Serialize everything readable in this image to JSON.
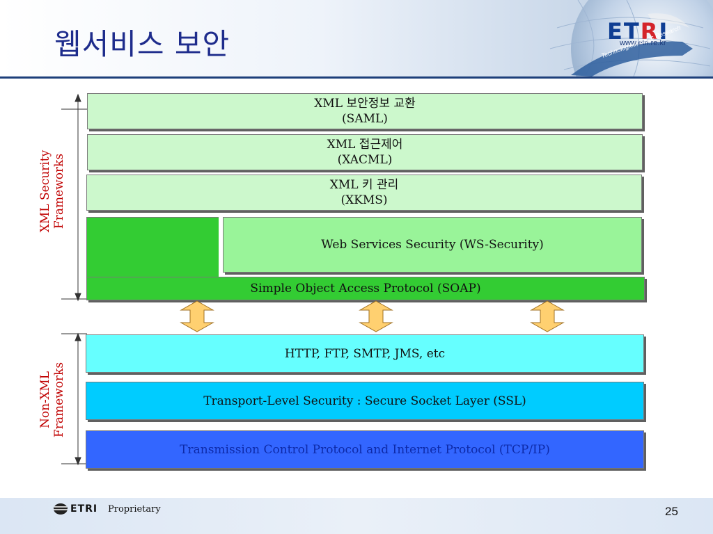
{
  "header": {
    "title": "웹서비스 보안",
    "logo": {
      "e": "ET",
      "r": "R",
      "i": "I"
    },
    "url": "www.etri.re.kr",
    "tagline": "Technologies, Basic Research"
  },
  "stack": {
    "saml": {
      "line1": "XML 보안정보 교환",
      "line2": "(SAML)"
    },
    "xacml": {
      "line1": "XML 접근제어",
      "line2": "(XACML)"
    },
    "xkms": {
      "line1": "XML 키 관리",
      "line2": "(XKMS)"
    },
    "ws_security": "Web Services Security (WS-Security)",
    "soap": "Simple Object Access Protocol (SOAP)",
    "http": "HTTP, FTP, SMTP, JMS, etc",
    "ssl": "Transport-Level Security : Secure Socket Layer (SSL)",
    "tcpip": "Transmission Control Protocol and Internet Protocol (TCP/IP)"
  },
  "side_labels": {
    "xml": {
      "line1": "XML Security",
      "line2": "Frameworks"
    },
    "non_xml": {
      "line1": "Non-XML",
      "line2": "Frameworks"
    }
  },
  "colors": {
    "title": "#1e2c8c",
    "side_label": "#c00000",
    "arrow_fill": "#ffd070",
    "light_green": "#ccf8cc",
    "medium_green": "#99f499",
    "dark_green": "#33cc33",
    "cyan": "#66ffff",
    "sky_blue": "#00ccff",
    "royal_blue": "#3366ff"
  },
  "footer": {
    "logo_text": "ETRI",
    "label": "Proprietary",
    "page_number": "25"
  }
}
